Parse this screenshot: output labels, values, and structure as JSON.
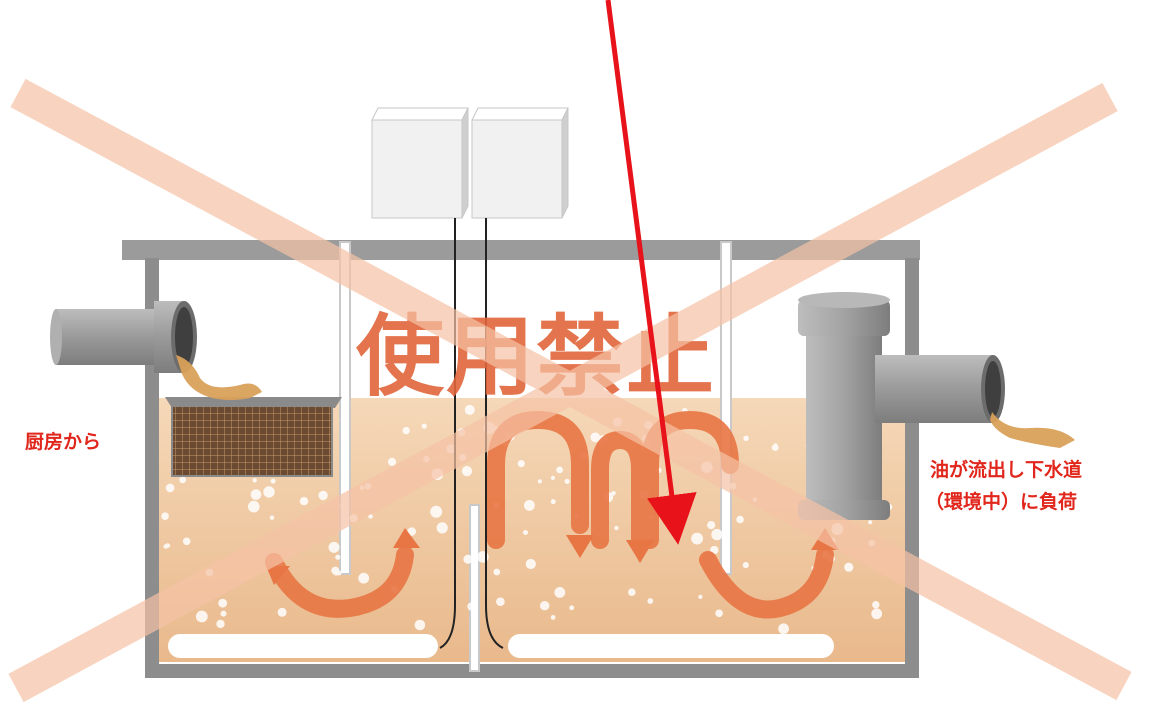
{
  "title": "使用禁止",
  "labels": {
    "inlet": "厨房から",
    "outlet_line1": "油が流出し下水道",
    "outlet_line2": "（環境中）に負荷"
  },
  "colors": {
    "cross": "#f6c3a6",
    "title": "#e0653a",
    "label": "#e1261c",
    "arrow": "#e87544",
    "pointer": "#e8121a",
    "water": "#efc49c",
    "frame": "#8d8d8d",
    "pipe": "#9a9a9a",
    "oil": "#d9a05a"
  },
  "icons": {
    "control_boxes": "control-box-icon",
    "inlet_pipe": "pipe-icon",
    "outlet_pipe": "pipe-icon",
    "screen_basket": "mesh-basket-icon",
    "flow_arrows": "flow-arrow-icon",
    "pointer_arrow": "red-arrow-icon",
    "prohibition_cross": "cross-mark-icon"
  }
}
